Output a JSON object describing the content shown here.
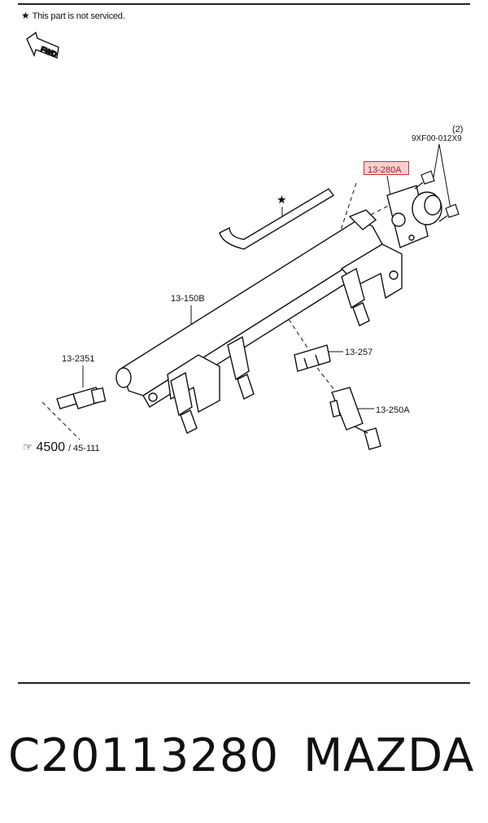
{
  "note": {
    "star": "★",
    "text": "This part is not serviced."
  },
  "fwd_label": "FWD",
  "labels": {
    "qty": "(2)",
    "bolt": "9XF00-012X9",
    "regulator": "13-280A",
    "rail": "13-150B",
    "sensor": "13-2351",
    "clip": "13-257",
    "injector": "13-250A",
    "hose_star": "★"
  },
  "reference": {
    "prefix": "☞",
    "number": "4500",
    "page": "/ 45-111"
  },
  "footer": {
    "part_number": "C20113280",
    "brand": "MAZDA"
  },
  "colors": {
    "highlight_border": "#d03030",
    "highlight_fill": "#eb7878",
    "ink": "#111111"
  }
}
